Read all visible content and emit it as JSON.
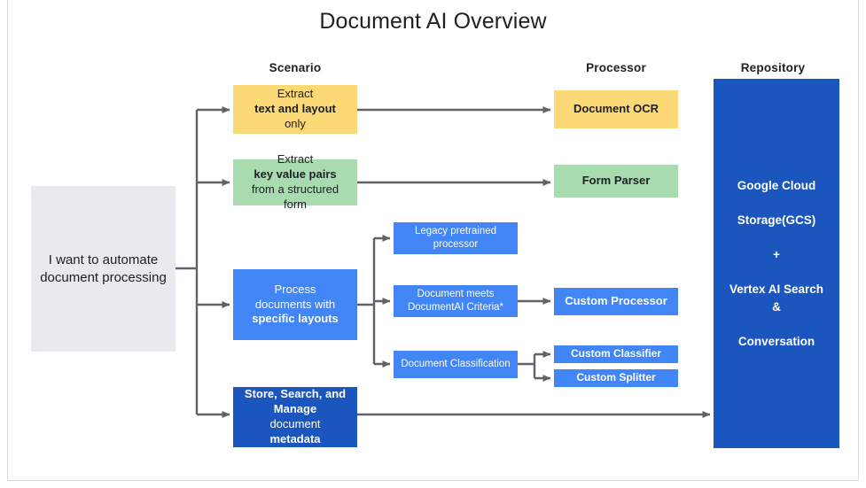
{
  "page": {
    "title": "Document AI Overview",
    "background": "#ffffff",
    "border_color": "#dadce0"
  },
  "columns": {
    "scenario_header": "Scenario",
    "processor_header": "Processor",
    "repository_header": "Repository"
  },
  "source": {
    "label": "I want to automate document processing",
    "color": "#e8eaed"
  },
  "scenarios": [
    {
      "id": "extract-text-layout",
      "text_parts": [
        "Extract ",
        "text and layout",
        " only"
      ],
      "color": "#fbd977"
    },
    {
      "id": "extract-key-value",
      "text_parts": [
        "Extract ",
        "key value pairs",
        " from a structured form"
      ],
      "color": "#a8dbb0"
    },
    {
      "id": "process-specific-layouts",
      "text_parts": [
        "Process documents with ",
        "specific layouts",
        ""
      ],
      "color": "#4285f4"
    },
    {
      "id": "store-search-manage",
      "text_parts": [
        "Store, Search, and Manage",
        " document ",
        "metadata"
      ],
      "color": "#1a56bd"
    }
  ],
  "middle": [
    {
      "id": "legacy-pretrained-processor",
      "label": "Legacy pretrained processor",
      "color": "#4285f4"
    },
    {
      "id": "document-meets-criteria",
      "label": "Document meets DocumentAI Criteria*",
      "color": "#4285f4"
    },
    {
      "id": "document-classification",
      "label": "Document Classification",
      "color": "#4285f4"
    }
  ],
  "processors": [
    {
      "id": "document-ocr",
      "label": "Document OCR",
      "color": "#fbd977"
    },
    {
      "id": "form-parser",
      "label": "Form Parser",
      "color": "#a8dbb0"
    },
    {
      "id": "custom-processor",
      "label": "Custom Processor",
      "color": "#4285f4"
    },
    {
      "id": "custom-classifier",
      "label": "Custom Classifier",
      "color": "#4285f4"
    },
    {
      "id": "custom-splitter",
      "label": "Custom Splitter",
      "color": "#4285f4"
    }
  ],
  "repository": {
    "line1": "Google Cloud",
    "line2": "Storage(GCS)",
    "line3": "+",
    "line4": "Vertex AI Search &",
    "line5": "Conversation",
    "color": "#1a56bd"
  },
  "connectors": {
    "color": "#5f6368"
  }
}
